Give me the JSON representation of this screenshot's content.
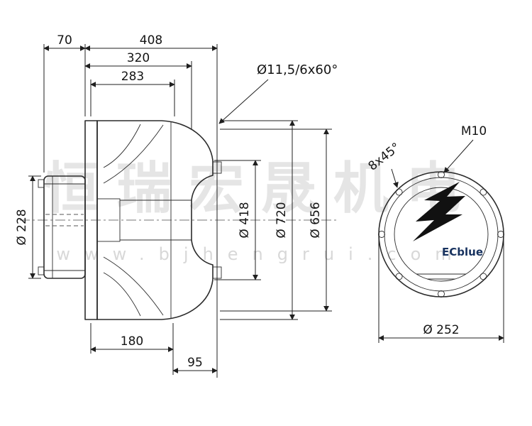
{
  "watermark": {
    "text_cn": "恒瑞宏晟机电",
    "url": "www.bjhengrui.com"
  },
  "side_view": {
    "dims": {
      "width_70": "70",
      "width_408": "408",
      "width_320": "320",
      "width_283": "283",
      "holes": "Ø11,5/6x60°",
      "dia_228": "Ø 228",
      "dia_418": "Ø 418",
      "dia_720": "Ø 720",
      "dia_656": "Ø 656",
      "width_180": "180",
      "width_95": "95"
    }
  },
  "front_view": {
    "dims": {
      "thread": "M10",
      "pattern": "8x45°",
      "dia_252": "Ø 252"
    },
    "label_ecblue": "ECblue"
  },
  "colors": {
    "line": "#2b2b2b",
    "dim_line": "#1f1f1f",
    "logo": "#111111",
    "ecblue": "#17325f",
    "watermark": "#cccccc",
    "background": "#ffffff"
  }
}
